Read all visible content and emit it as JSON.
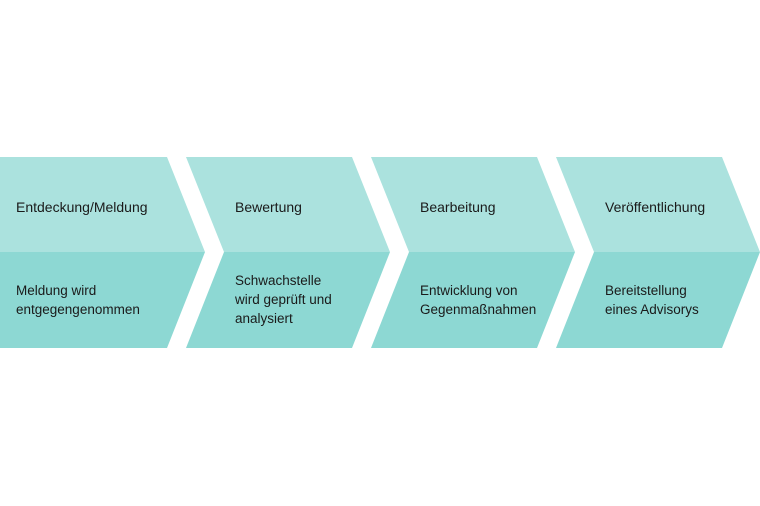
{
  "colors": {
    "top_band": "#abe2de",
    "bottom_band": "#8dd8d3",
    "text": "#1a1a1a"
  },
  "stages": [
    {
      "title": "Entdeckung/Meldung",
      "desc_lines": [
        "Meldung wird",
        "entgegengenommen"
      ]
    },
    {
      "title": "Bewertung",
      "desc_lines": [
        "Schwachstelle",
        "wird geprüft und",
        "analysiert"
      ]
    },
    {
      "title": "Bearbeitung",
      "desc_lines": [
        "Entwicklung von",
        "Gegenmaßnahmen"
      ]
    },
    {
      "title": "Veröffentlichung",
      "desc_lines": [
        "Bereitstellung",
        "eines Advisorys"
      ]
    }
  ]
}
